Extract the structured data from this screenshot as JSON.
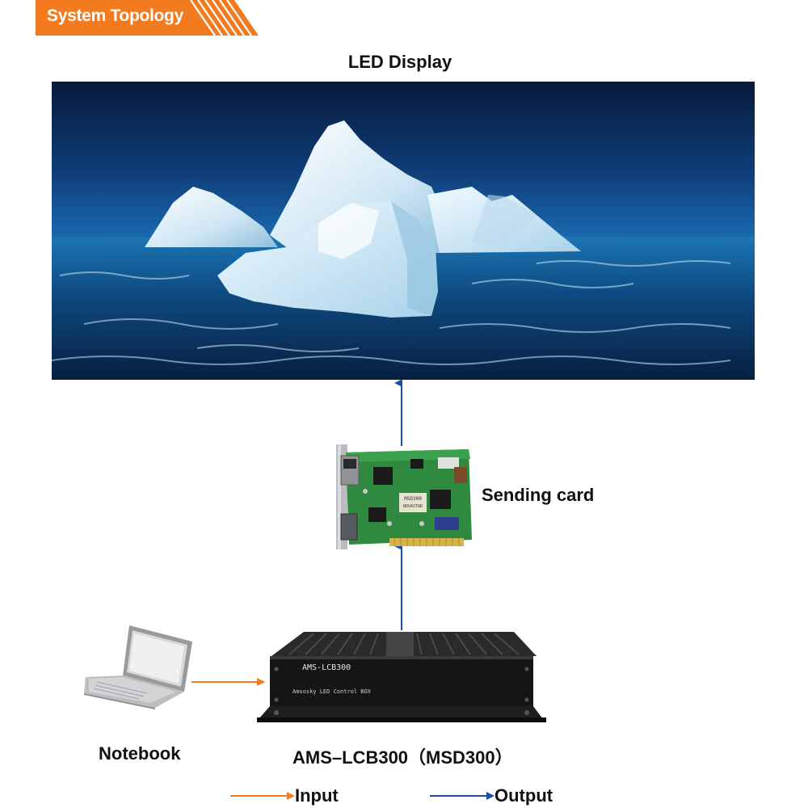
{
  "banner": {
    "title": "System Topology",
    "color": "#f47a1f"
  },
  "led": {
    "label": "LED Display"
  },
  "sending_card": {
    "label": "Sending card",
    "chip_text": "MSD300",
    "chip_subtext": "NOVASTAR"
  },
  "notebook": {
    "label": "Notebook"
  },
  "control_box": {
    "label": "AMS–LCB300（MSD300）",
    "front_model": "AMS-LCB300",
    "front_subtitle": "Amsosky LED Control BOX"
  },
  "legend": {
    "input_label": "Input",
    "output_label": "Output",
    "input_color": "#f47a1f",
    "output_color": "#1f4fa3"
  }
}
